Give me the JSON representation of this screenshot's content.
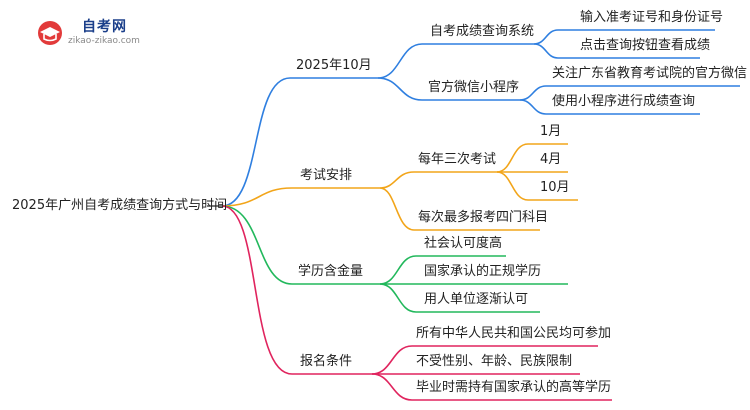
{
  "logo": {
    "name": "自考网",
    "url": "zikao-zikao.com"
  },
  "root": {
    "label": "2025年广州自考成绩查询方式与时间"
  },
  "colors": {
    "blue": "#2f7fe0",
    "orange": "#f2a51a",
    "green": "#22b85c",
    "pink": "#e0245e"
  },
  "branches": {
    "b1": {
      "label": "2025年10月",
      "s1": {
        "label": "自考成绩查询系统",
        "l1": "输入准考证号和身份证号",
        "l2": "点击查询按钮查看成绩"
      },
      "s2": {
        "label": "官方微信小程序",
        "l1": "关注广东省教育考试院的官方微信",
        "l2": "使用小程序进行成绩查询"
      }
    },
    "b2": {
      "label": "考试安排",
      "s1": {
        "label": "每年三次考试",
        "l1": "1月",
        "l2": "4月",
        "l3": "10月"
      },
      "s2": {
        "label": "每次最多报考四门科目"
      }
    },
    "b3": {
      "label": "学历含金量",
      "l1": "社会认可度高",
      "l2": "国家承认的正规学历",
      "l3": "用人单位逐渐认可"
    },
    "b4": {
      "label": "报名条件",
      "l1": "所有中华人民共和国公民均可参加",
      "l2": "不受性别、年龄、民族限制",
      "l3": "毕业时需持有国家承认的高等学历"
    }
  }
}
